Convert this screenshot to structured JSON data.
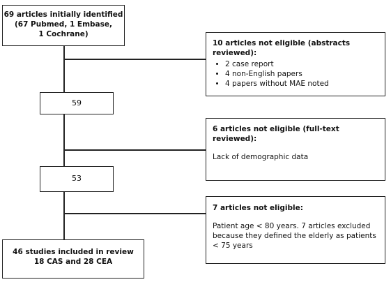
{
  "flowchart": {
    "identified": {
      "line1": "69 articles initially identified",
      "line2": "(67 Pubmed, 1 Embase,",
      "line3": "1 Cochrane)"
    },
    "excluded_abstracts": {
      "title": "10 articles not eligible (abstracts reviewed):",
      "items": [
        "2 case report",
        "4 non-English papers",
        "4 papers without MAE noted"
      ]
    },
    "after_abstracts": "59",
    "excluded_fulltext": {
      "title": "6 articles not eligible (full-text reviewed):",
      "reason": "Lack of demographic data"
    },
    "after_fulltext": "53",
    "excluded_age": {
      "title": "7 articles not eligible:",
      "reason": "Patient age < 80 years. 7 articles excluded because they defined the elderly as patients < 75 years"
    },
    "included": {
      "line1": "46 studies included in review",
      "line2": "18 CAS and 28 CEA"
    }
  }
}
